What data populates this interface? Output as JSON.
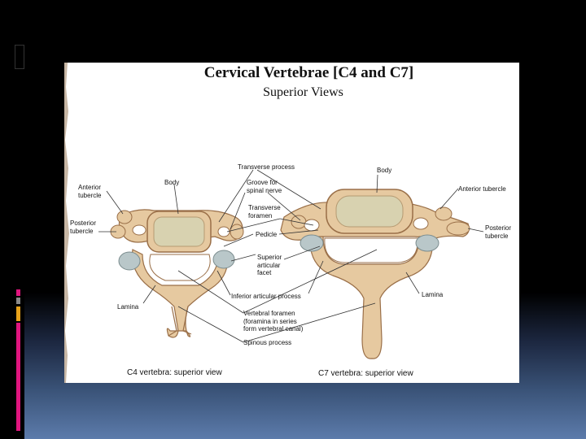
{
  "slide": {
    "title": "Cervical Vertebrae [C4 and C7]",
    "subtitle": "Superior Views"
  },
  "labels": {
    "transverse_process": "Transverse process",
    "body_c4": "Body",
    "body_c7": "Body",
    "groove_line1": "Groove for",
    "groove_line2": "spinal nerve",
    "anterior_tubercle_c4_line1": "Anterior",
    "anterior_tubercle_c4_line2": "tubercle",
    "anterior_tubercle_c7": "Anterior tubercle",
    "transverse_foramen_line1": "Transverse",
    "transverse_foramen_line2": "foramen",
    "posterior_tubercle_c4_line1": "Posterior",
    "posterior_tubercle_c4_line2": "tubercle",
    "posterior_tubercle_c7_line1": "Posterior",
    "posterior_tubercle_c7_line2": "tubercle",
    "pedicle": "Pedicle",
    "superior_facet_line1": "Superior",
    "superior_facet_line2": "articular",
    "superior_facet_line3": "facet",
    "inferior_articular_process": "Inferior articular process",
    "lamina_c4": "Lamina",
    "lamina_c7": "Lamina",
    "vertebral_foramen_line1": "Vertebral foramen",
    "vertebral_foramen_line2": "(foramina in series",
    "vertebral_foramen_line3": "form vertebral canal)",
    "spinous_process": "Spinous process"
  },
  "captions": {
    "c4": "C4 vertebra: superior view",
    "c7": "C7 vertebra: superior view"
  },
  "colors": {
    "bone": "#e6c9a0",
    "bone_shade": "#c89a6a",
    "bone_dark": "#9a6f48",
    "cancellous": "#d8d2b0",
    "facet": "#b9c7c9",
    "accent_pink": "#e0157e",
    "accent_orange": "#e8a21a"
  }
}
